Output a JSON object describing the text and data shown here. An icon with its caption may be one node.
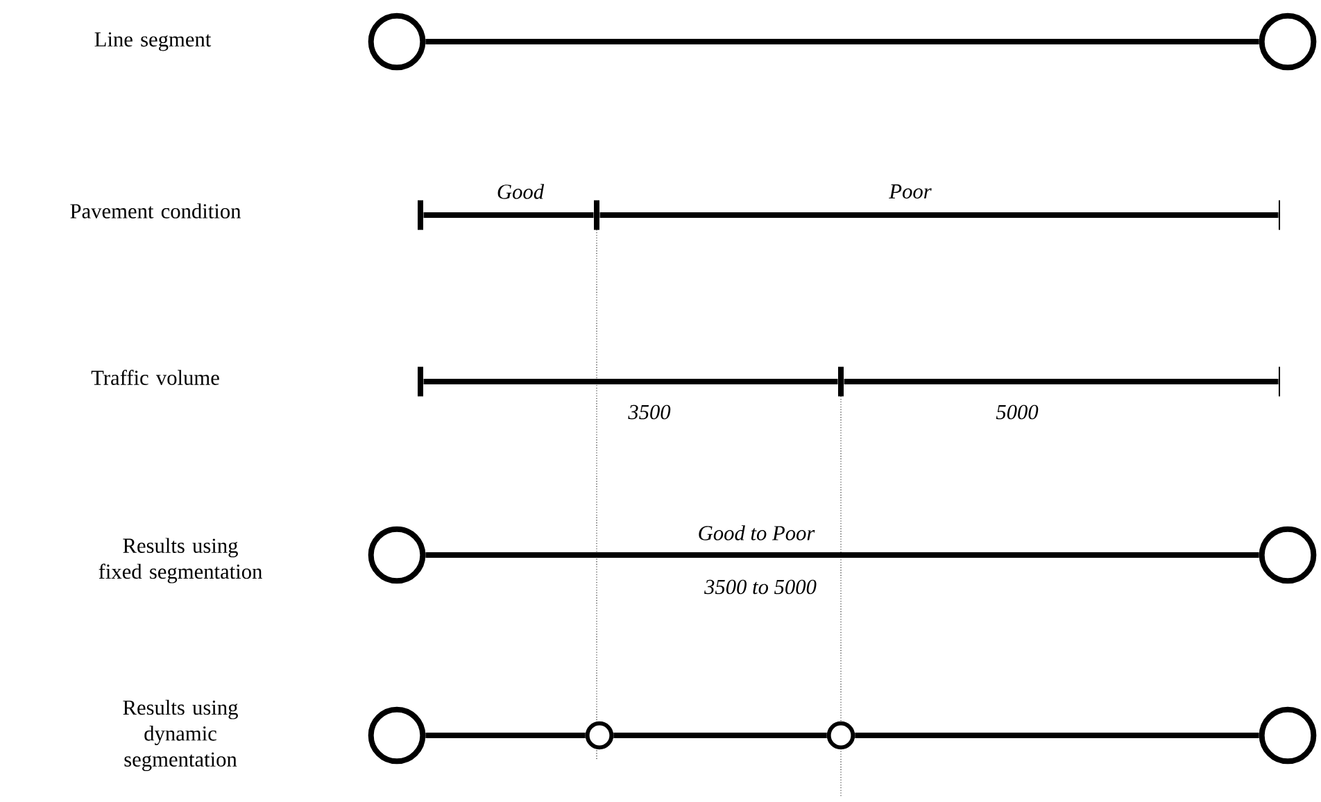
{
  "diagram": {
    "nodes": [
      {
        "text": [],
        "shape": "circle"
      },
      {
        "text": [],
        "shape": "circle"
      },
      {
        "text": [],
        "shape": "bar"
      },
      {
        "text": [],
        "shape": "bar"
      },
      {
        "text": [],
        "shape": "bar"
      },
      {
        "text": [],
        "shape": "bar"
      },
      {
        "text": [],
        "shape": "bar"
      },
      {
        "text": [],
        "shape": "bar"
      },
      {
        "text": [],
        "shape": "circle"
      },
      {
        "text": [],
        "shape": "circle"
      },
      {
        "text": [],
        "shape": "circle"
      },
      {
        "text": [],
        "shape": "circle"
      },
      {
        "text": [],
        "shape": "circle"
      },
      {
        "text": [],
        "shape": "circle"
      }
    ],
    "edges": [
      {
        "from": 0,
        "to": 1,
        "arrow": "none"
      },
      {
        "from": 2,
        "to": 3,
        "arrow": "none",
        "label": "Good"
      },
      {
        "from": 3,
        "to": 4,
        "arrow": "none",
        "label": "Poor"
      },
      {
        "from": 5,
        "to": 6,
        "arrow": "none",
        "label": "3500"
      },
      {
        "from": 6,
        "to": 7,
        "arrow": "none",
        "label": "5000"
      },
      {
        "from": 8,
        "to": 9,
        "arrow": "none"
      },
      {
        "from": 10,
        "to": 11,
        "arrow": "none"
      },
      {
        "from": 11,
        "to": 12,
        "arrow": "none"
      },
      {
        "from": 12,
        "to": 13,
        "arrow": "none"
      }
    ],
    "labels": [
      "Line segment",
      "Pavement condition",
      "Traffic volume",
      "Results using fixed segmentation",
      "Good to Poor",
      "3500 to 5000",
      "Results using dynamic segmentation"
    ]
  }
}
